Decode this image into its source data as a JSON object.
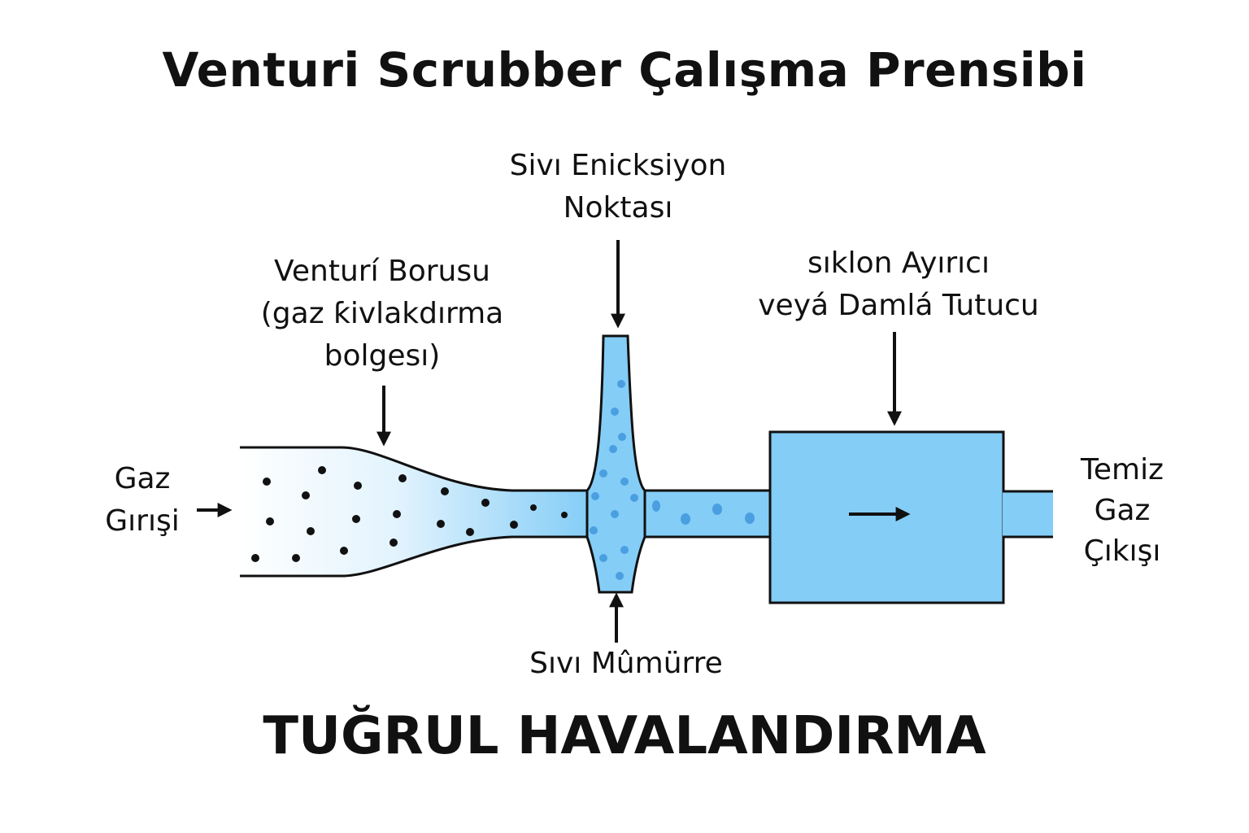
{
  "title": "Venturi Scrubber Çalışma Prensibi",
  "brand": "TUĞRUL HAVALANDIRMA",
  "labels": {
    "injection": [
      "Sivı Enicksiyon",
      "Noktası"
    ],
    "venturi": [
      "Venturí Borusu",
      "(gaz ƙivlakdırma",
      "bolgesı)"
    ],
    "cyclone": [
      "sıklon Ayırıcı",
      "veyá Damlá Tutucu"
    ],
    "gas_inlet": [
      "Gaz",
      "Gırışi"
    ],
    "clean_outlet": [
      "Temiz",
      "Gaz",
      "Çıkışı"
    ],
    "nozzle": [
      "Sıvı Mûmürre"
    ]
  },
  "colors": {
    "liquid": "#84cdf7",
    "liquid_dark": "#4a9fe0",
    "outline": "#111111",
    "particle": "#111111"
  },
  "icons": {
    "arrow": "arrow-icon",
    "flow": "flow-arrow-icon"
  }
}
